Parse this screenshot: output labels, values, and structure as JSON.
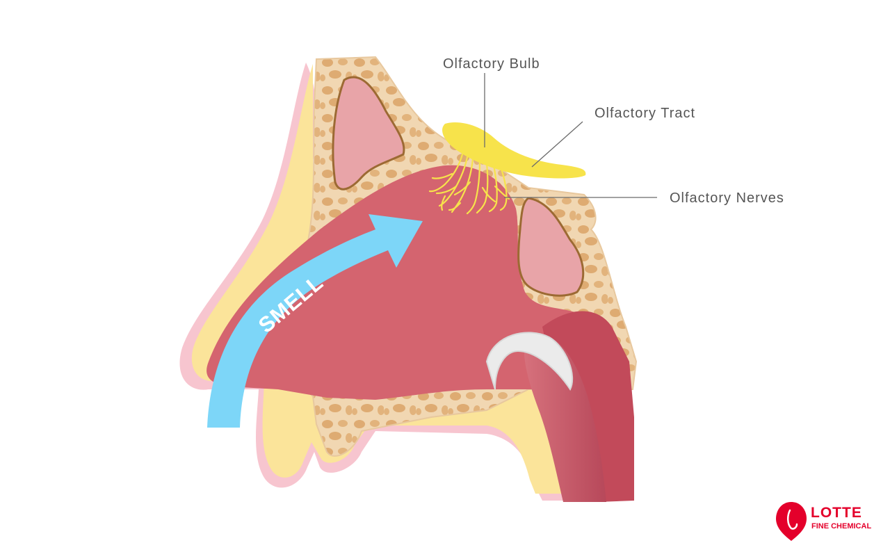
{
  "labels": {
    "olfactory_bulb": "Olfactory Bulb",
    "olfactory_tract": "Olfactory Tract",
    "olfactory_nerves": "Olfactory Nerves",
    "smell": "SMELL"
  },
  "logo": {
    "name": "LOTTE",
    "subtitle": "FINE CHEMICAL"
  },
  "colors": {
    "cavity": "#d4646f",
    "cavity_dark": "#c24a5a",
    "bone": "#f1d7b2",
    "bone_spot": "#dfae74",
    "sinus_fill": "#e8a4a8",
    "sinus_outline": "#9c6a33",
    "skin_outline": "#f2b3c2",
    "fat_yellow": "#fbe49a",
    "nerve_yellow": "#f7e34b",
    "arrow": "#7dd6f8",
    "logo_red": "#e4002b"
  }
}
